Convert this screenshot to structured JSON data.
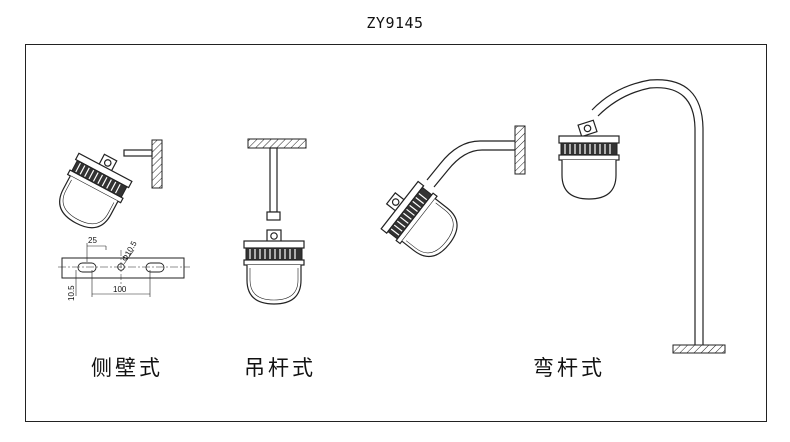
{
  "title": "ZY9145",
  "captions": {
    "wall_mount": "侧壁式",
    "pendant_mount": "吊杆式",
    "bent_pole_mount": "弯杆式"
  },
  "dimensions": {
    "d1": "25",
    "d2": "Φ10.5",
    "d3": "10.5",
    "d4": "100"
  }
}
